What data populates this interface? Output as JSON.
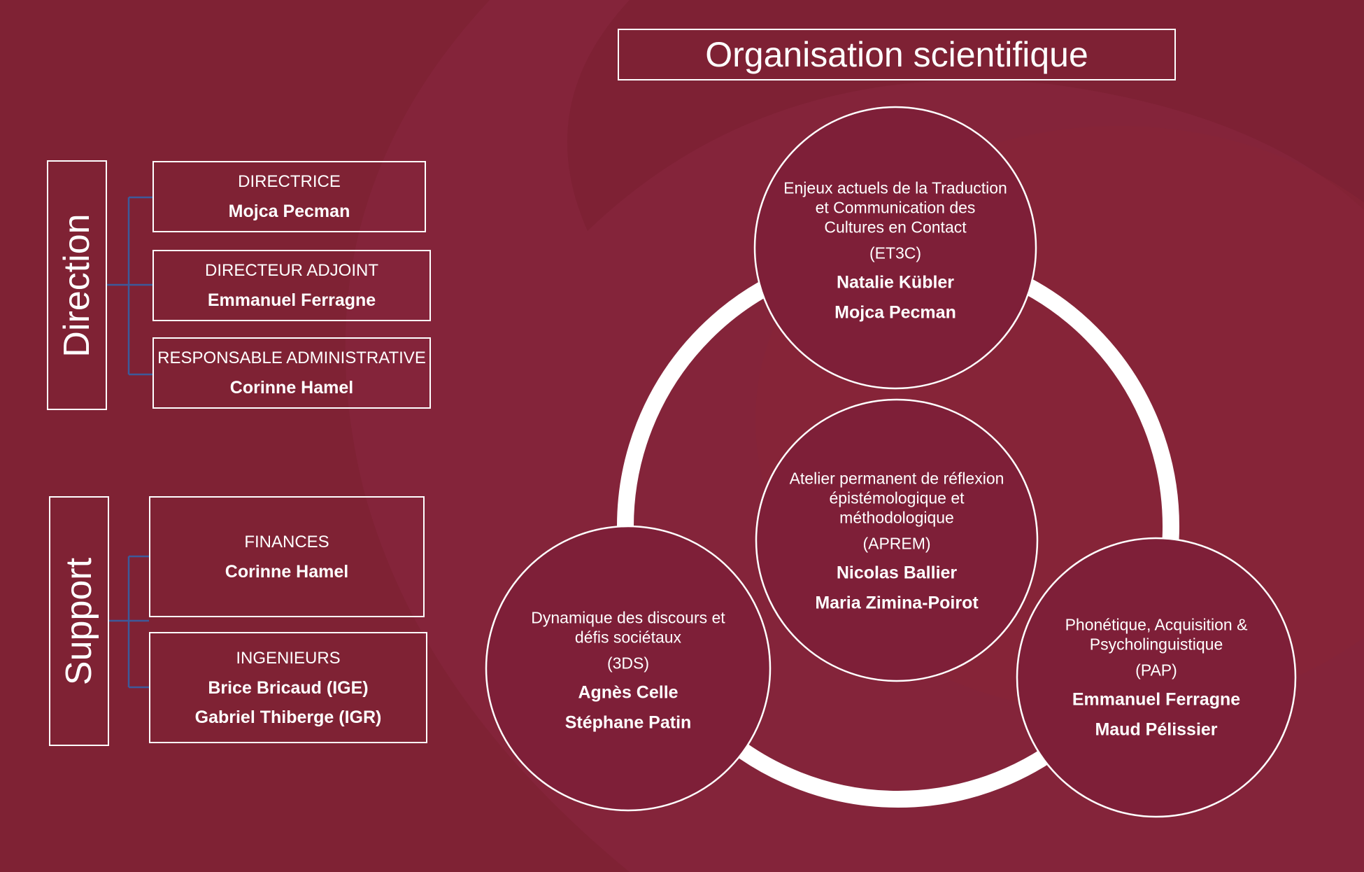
{
  "title": "Organisation scientifique",
  "direction": {
    "label": "Direction",
    "items": [
      {
        "role": "DIRECTRICE",
        "name": "Mojca Pecman"
      },
      {
        "role": "DIRECTEUR ADJOINT",
        "name": "Emmanuel Ferragne"
      },
      {
        "role": "RESPONSABLE ADMINISTRATIVE",
        "name": "Corinne Hamel"
      }
    ]
  },
  "support": {
    "label": "Support",
    "items": [
      {
        "role": "FINANCES",
        "names": [
          "Corinne Hamel"
        ]
      },
      {
        "role": "INGENIEURS",
        "names": [
          "Brice Bricaud (IGE)",
          "Gabriel Thiberge (IGR)"
        ]
      }
    ]
  },
  "teams": {
    "et3c": {
      "title": "Enjeux actuels de la Traduction et Communication des Cultures en Contact",
      "abbr": "(ET3C)",
      "leads": [
        "Natalie Kübler",
        "Mojca Pecman"
      ]
    },
    "aprem": {
      "title": "Atelier permanent de réflexion épistémologique et méthodologique",
      "abbr": "(APREM)",
      "leads": [
        "Nicolas Ballier",
        "Maria Zimina-Poirot"
      ]
    },
    "tds": {
      "title": "Dynamique des discours et défis sociétaux",
      "abbr": "(3DS)",
      "leads": [
        "Agnès Celle",
        "Stéphane Patin"
      ]
    },
    "pap": {
      "title": "Phonétique, Acquisition & Psycholinguistique",
      "abbr": "(PAP)",
      "leads": [
        "Emmanuel Ferragne",
        "Maud Pélissier"
      ]
    }
  },
  "colors": {
    "background": "#84243a",
    "circle": "#7e1f38",
    "connector": "#3d5a9a"
  }
}
